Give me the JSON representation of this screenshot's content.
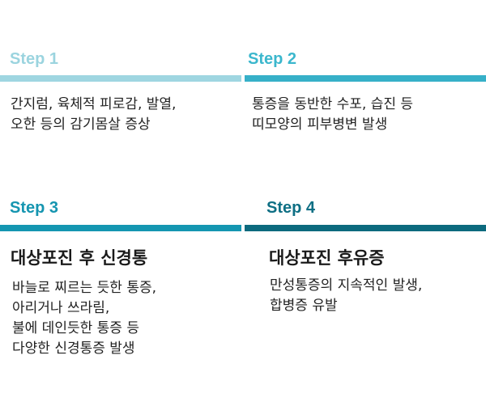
{
  "steps": [
    {
      "label": "Step 1",
      "color": "#9fd6e1",
      "title": "",
      "lines": [
        "간지럼, 육체적 피로감, 발열,",
        "오한 등의 감기몸살 증상"
      ]
    },
    {
      "label": "Step 2",
      "color": "#36b0c8",
      "title": "",
      "lines": [
        "통증을 동반한 수포, 습진 등",
        "띠모양의 피부병변 발생"
      ]
    },
    {
      "label": "Step 3",
      "color": "#1496b1",
      "title": "대상포진 후 신경통",
      "lines": [
        "바늘로 찌르는 듯한 통증,",
        "아리거나 쓰라림,",
        "불에 데인듯한 통증 등",
        "다양한 신경통증 발생"
      ]
    },
    {
      "label": "Step 4",
      "color": "#0c6a7e",
      "title": "대상포진 후유증",
      "lines": [
        "만성통증의 지속적인 발생,",
        "합병증 유발"
      ]
    }
  ]
}
